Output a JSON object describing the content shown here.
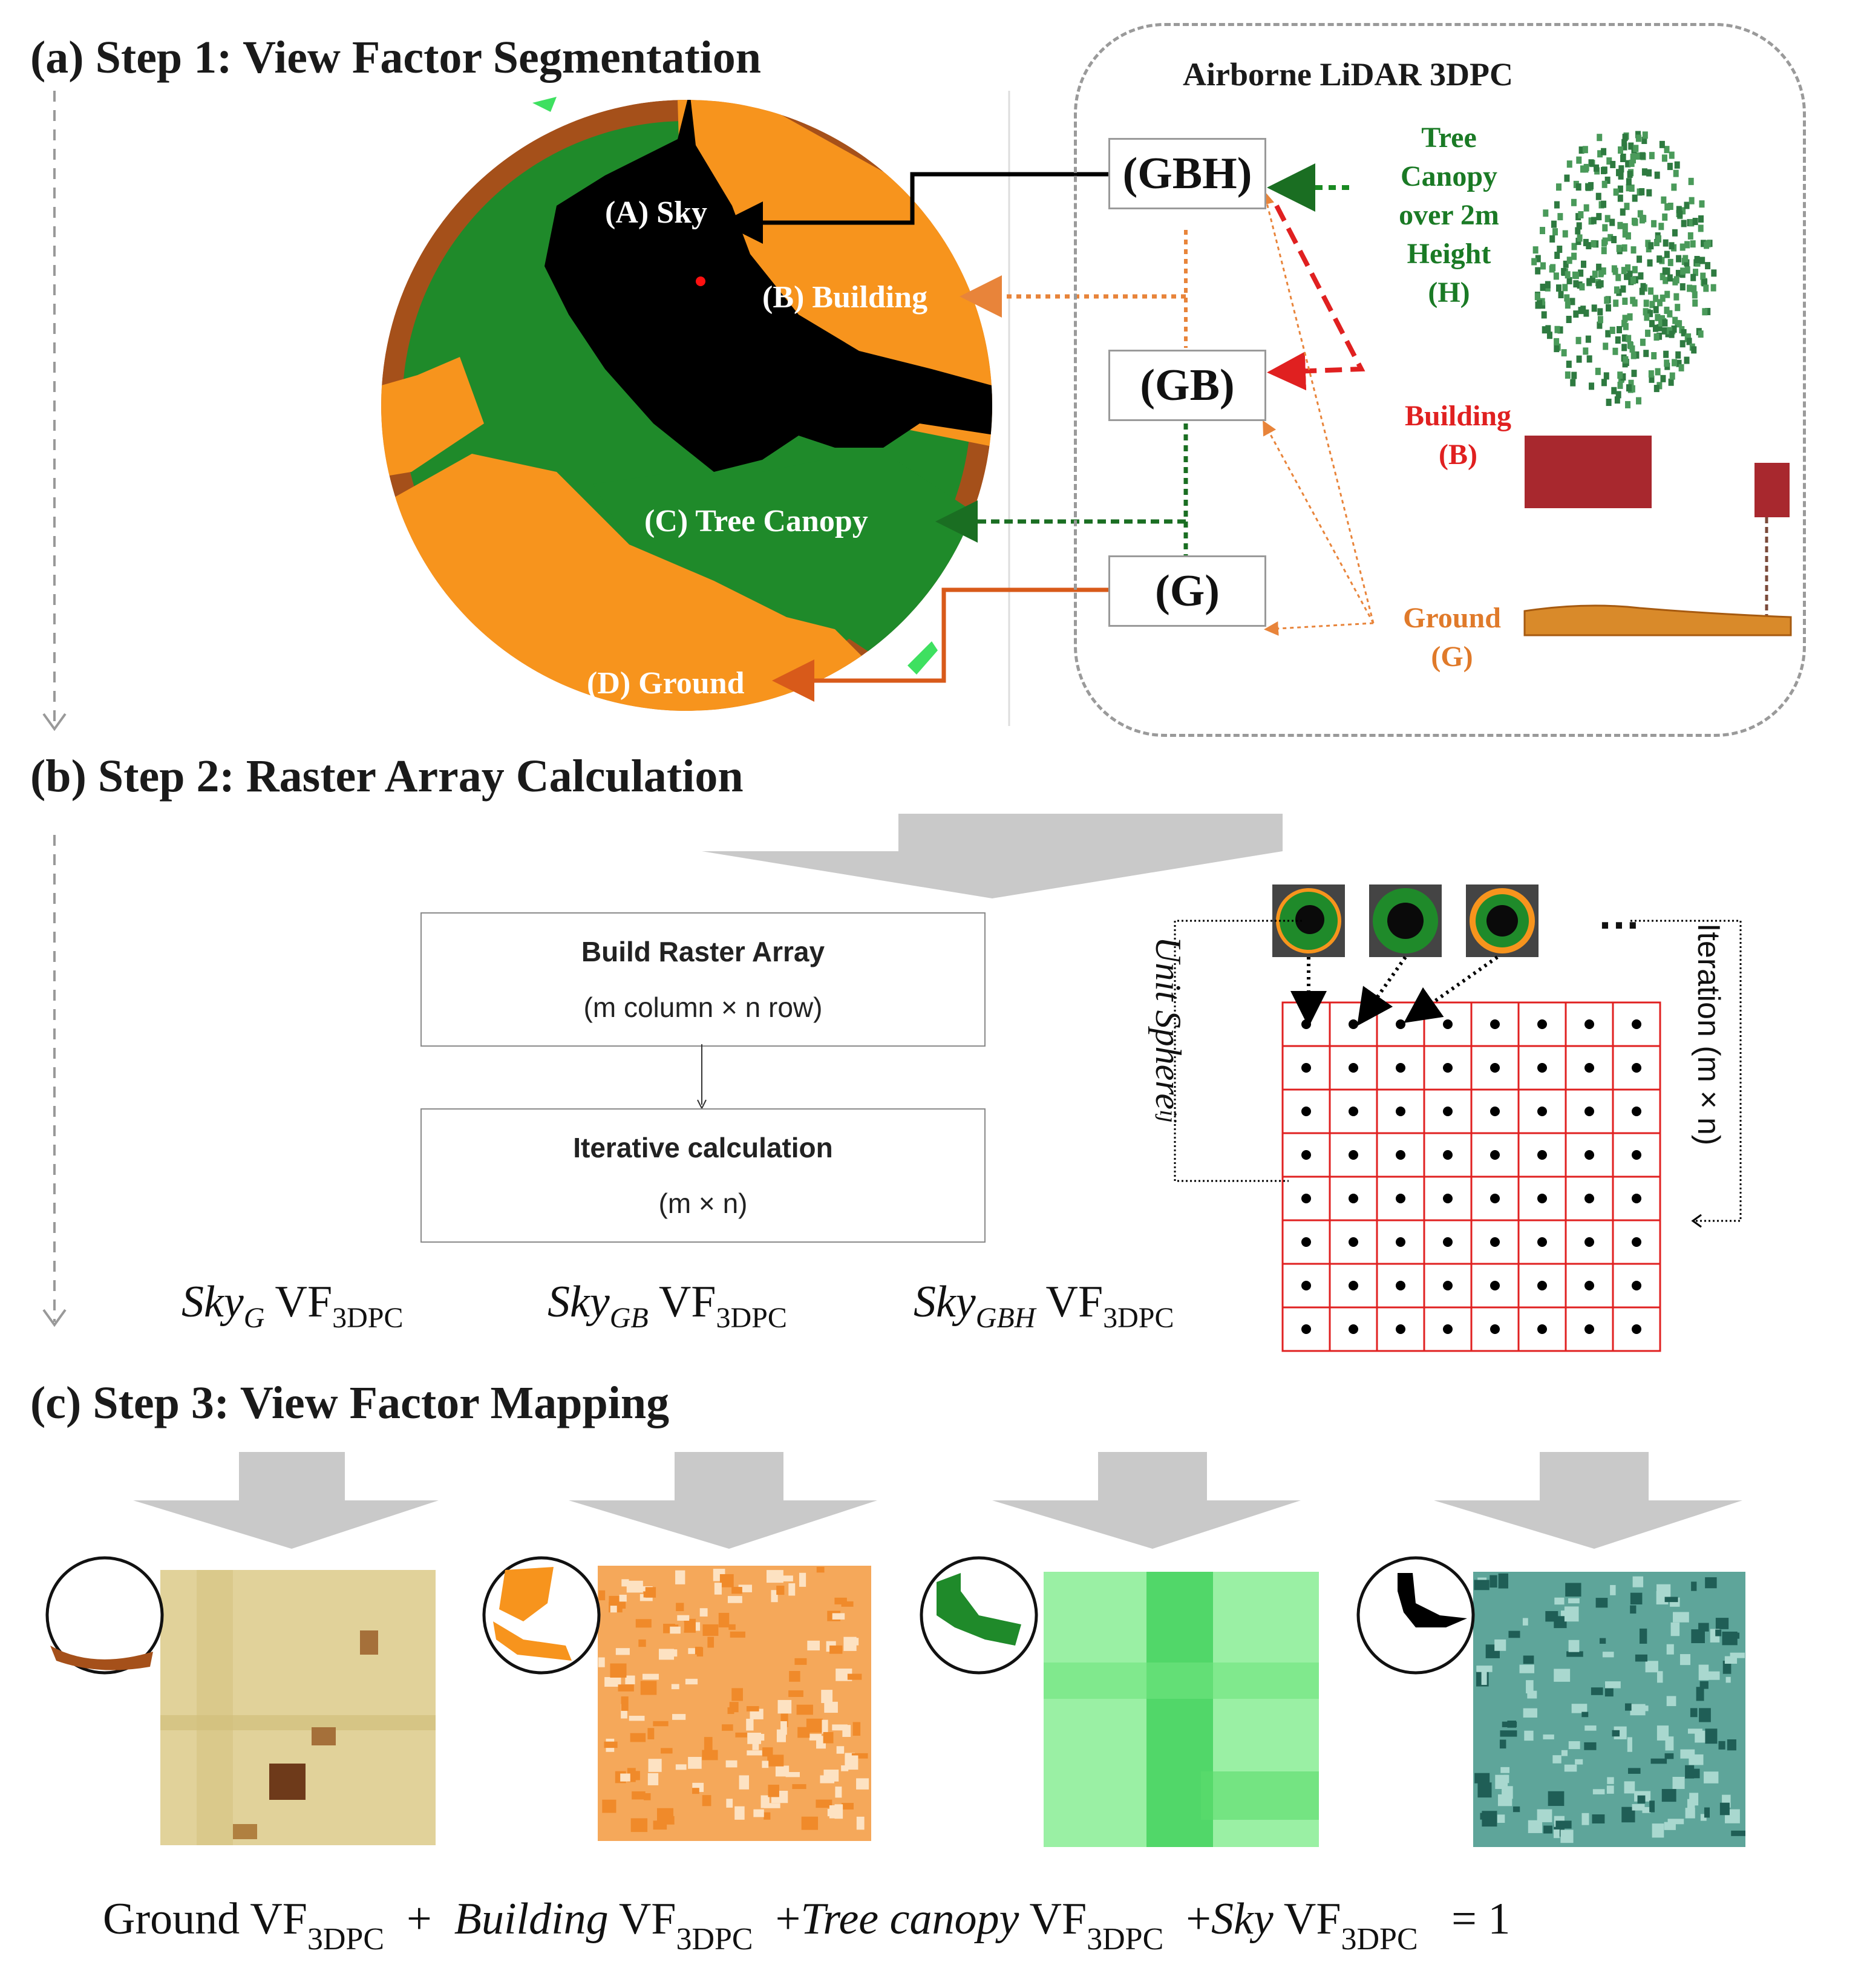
{
  "steps": {
    "a": "(a) Step 1: View Factor Segmentation",
    "b": "(b) Step 2: Raster Array Calculation",
    "c": "(c) Step 3: View Factor Mapping"
  },
  "fisheye_labels": {
    "sky": "(A) Sky",
    "building": "(B) Building",
    "tree": "(C) Tree Canopy",
    "ground": "(D) Ground"
  },
  "lidar": {
    "title": "Airborne LiDAR 3DPC",
    "gbh": "(GBH)",
    "gb": "(GB)",
    "g": "(G)",
    "tree_lines": [
      "Tree",
      "Canopy",
      "over 2m",
      "Height",
      "(H)"
    ],
    "building_lines": [
      "Building",
      "(B)"
    ],
    "ground_lines": [
      "Ground",
      "(G)"
    ]
  },
  "flow": {
    "box1_title": "Build Raster Array",
    "box1_sub": "(m column × n row)",
    "box2_title": "Iterative calculation",
    "box2_sub": "(m × n)"
  },
  "grid": {
    "left_label": "Unit Sphere",
    "left_label_sub": "ij",
    "right_label": "Iteration (m×n)",
    "ellipsis": "…",
    "rows": 8,
    "cols": 8
  },
  "sky_vf": [
    {
      "base": "Sky",
      "sub": "G",
      "rest": " VF",
      "rest_sub": "3DPC"
    },
    {
      "base": "Sky",
      "sub": "GB",
      "rest": " VF",
      "rest_sub": "3DPC"
    },
    {
      "base": "Sky",
      "sub": "GBH",
      "rest": " VF",
      "rest_sub": "3DPC"
    }
  ],
  "equation": {
    "t1": "Ground",
    "t2": "Building",
    "t3": "Tree canopy",
    "t4": "Sky",
    "vf": "VF",
    "vf_sub": "3DPC",
    "plus": "+",
    "equals": "= 1"
  },
  "colors": {
    "sky": "#000000",
    "building": "#f7941d",
    "tree": "#1f8a2a",
    "ground": "#a5501a",
    "arrow_red": "#e02020",
    "arrow_orange": "#e8843a",
    "arrow_green": "#1a6e22",
    "grid_red": "#e02020"
  }
}
